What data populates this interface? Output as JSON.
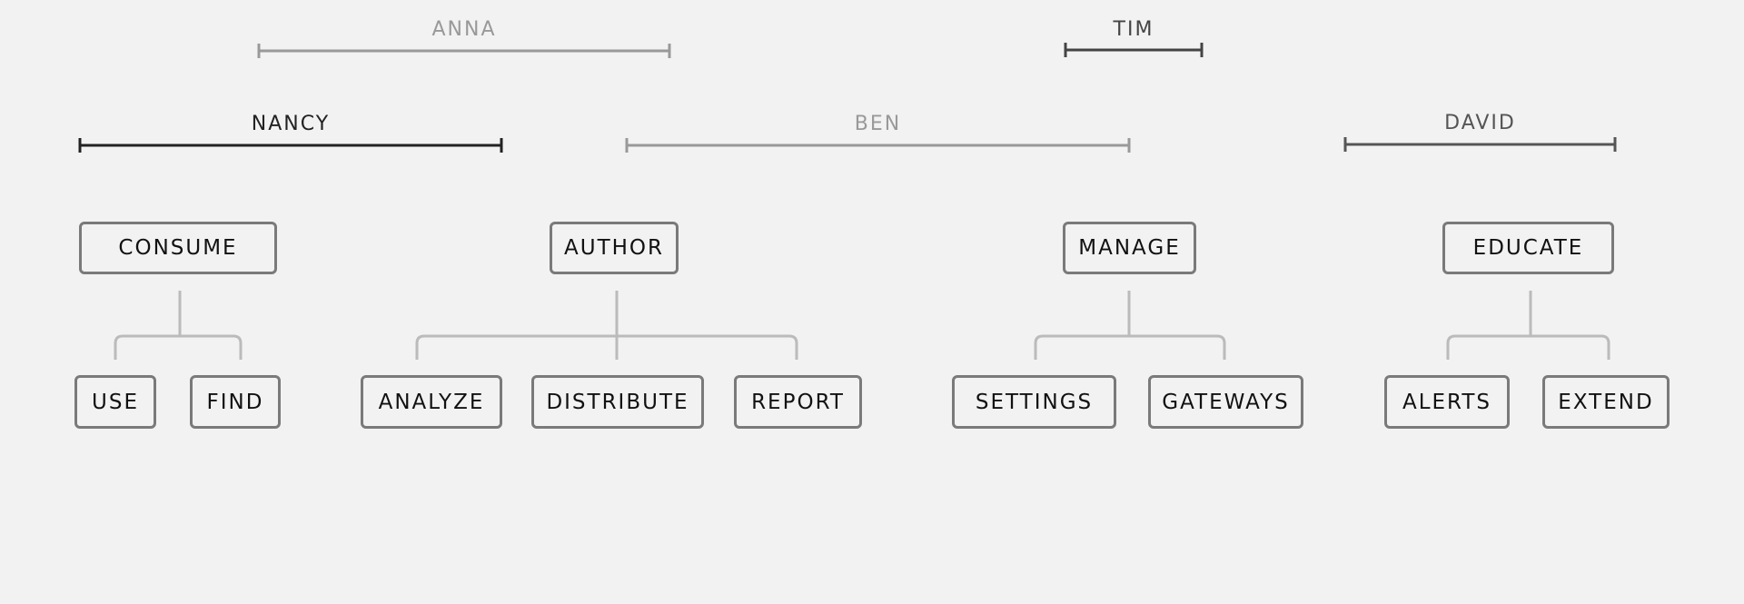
{
  "people": [
    {
      "id": "anna",
      "name": "ANNA",
      "color": "#999999"
    },
    {
      "id": "tim",
      "name": "TIM",
      "color": "#444444"
    },
    {
      "id": "nancy",
      "name": "NANCY",
      "color": "#222222"
    },
    {
      "id": "ben",
      "name": "BEN",
      "color": "#999999"
    },
    {
      "id": "david",
      "name": "DAVID",
      "color": "#555555"
    }
  ],
  "groups": [
    {
      "id": "consume",
      "label": "CONSUME",
      "children": [
        "USE",
        "FIND"
      ]
    },
    {
      "id": "author",
      "label": "AUTHOR",
      "children": [
        "ANALYZE",
        "DISTRIBUTE",
        "REPORT"
      ]
    },
    {
      "id": "manage",
      "label": "MANAGE",
      "children": [
        "SETTINGS",
        "GATEWAYS"
      ]
    },
    {
      "id": "educate",
      "label": "EDUCATE",
      "children": [
        "ALERTS",
        "EXTEND"
      ]
    }
  ],
  "colors": {
    "background": "#f2f2f2",
    "node_border": "#7a7a7a",
    "connector": "#bbbbbb"
  }
}
